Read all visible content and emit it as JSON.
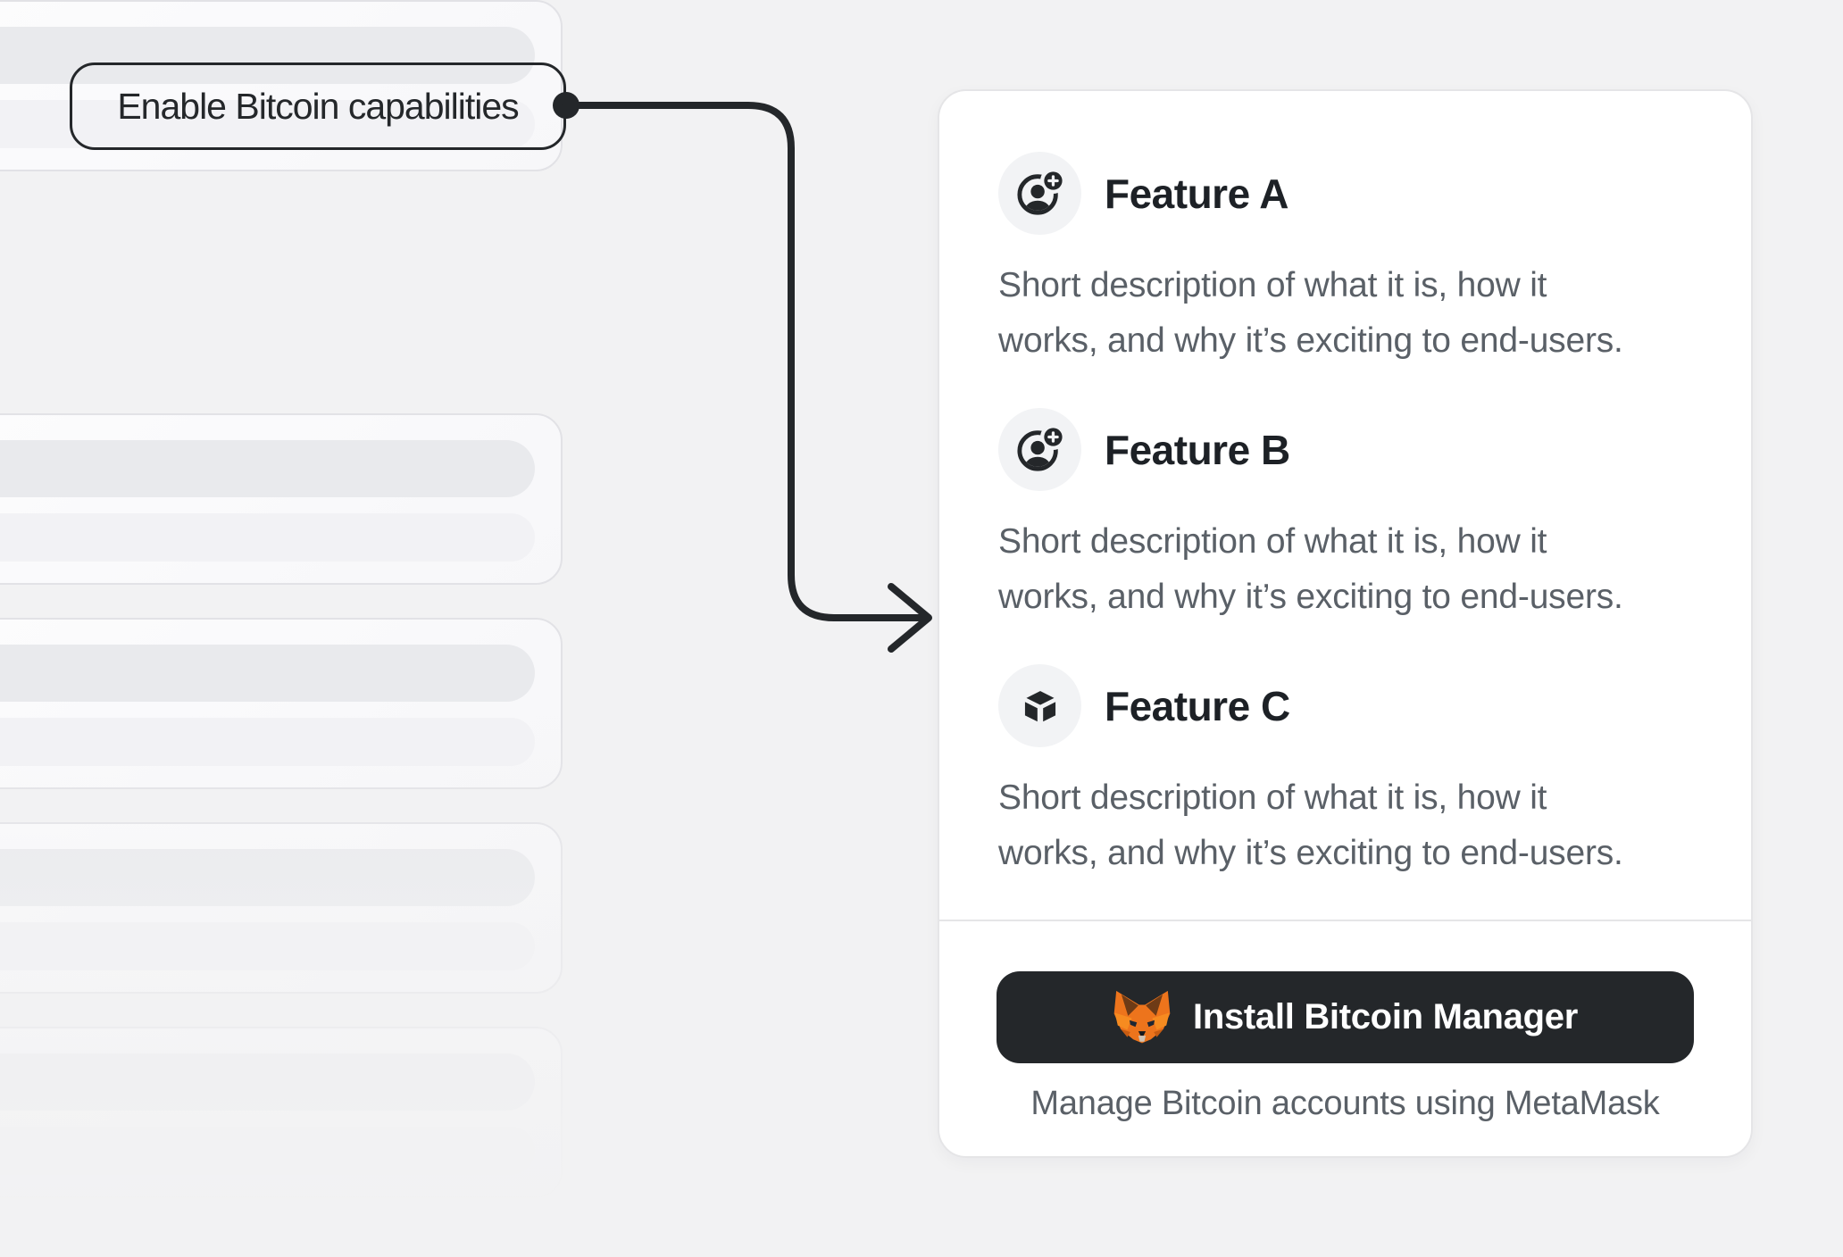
{
  "callout": {
    "label": "Enable Bitcoin capabilities"
  },
  "skeleton": {
    "card_count": 5,
    "rows_per_card": 2
  },
  "feature_card": {
    "features": [
      {
        "icon": "user-add-icon",
        "title": "Feature A",
        "description_lines": [
          "Short description of what it is, how it",
          "works, and why it’s exciting to end-users."
        ]
      },
      {
        "icon": "user-add-icon",
        "title": "Feature B",
        "description_lines": [
          "Short description of what it is, how it",
          "works, and why it’s exciting to end-users."
        ]
      },
      {
        "icon": "cube-icon",
        "title": "Feature C",
        "description_lines": [
          "Short description of what it is, how it",
          "works, and why it’s exciting to end-users."
        ]
      }
    ],
    "install_button": {
      "icon": "metamask-fox-icon",
      "label": "Install Bitcoin Manager"
    },
    "caption": "Manage Bitcoin accounts using MetaMask"
  },
  "colors": {
    "page_bg": "#F2F2F3",
    "accent_dark": "#24272A",
    "card_bg": "#FFFFFF",
    "card_border": "#E5E5E7",
    "divider": "#E5E5E7",
    "icon_circle_bg": "#F2F3F5",
    "title_text": "#1D2126",
    "text_secondary": "#5A6067",
    "button_bg": "#24272A",
    "button_text": "#FFFFFF",
    "fox_orange": "#ED741C",
    "fox_orange_bright": "#F68B20",
    "fox_brown": "#6E3B16",
    "fox_muzzle": "#CFC3B5"
  }
}
